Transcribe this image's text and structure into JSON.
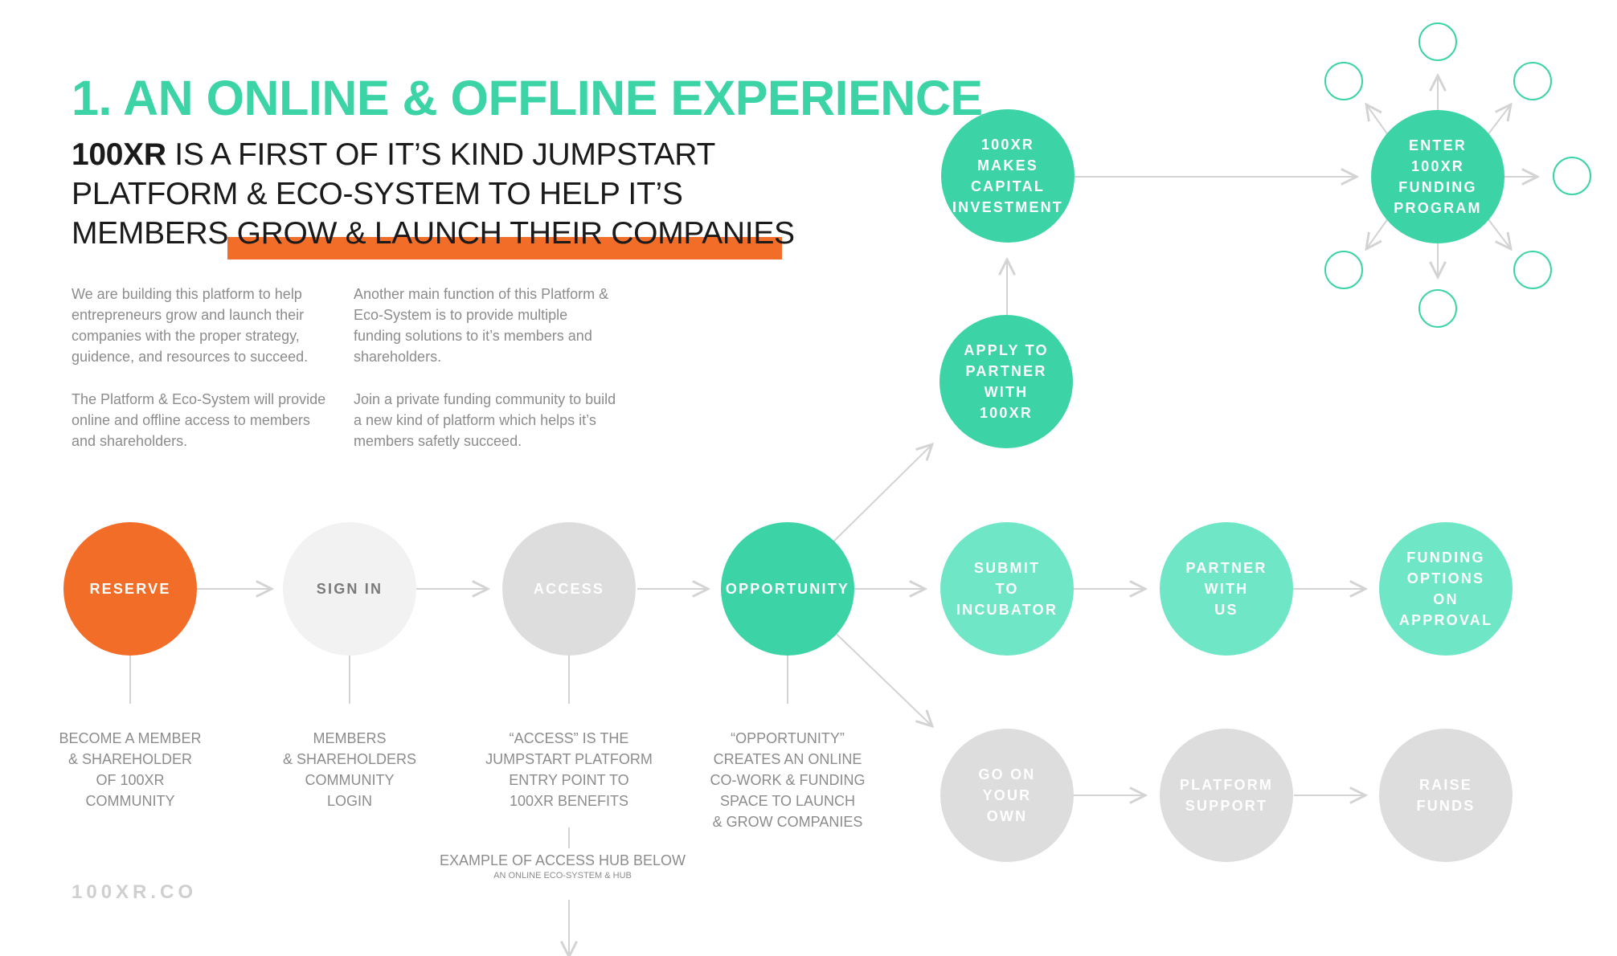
{
  "heading": "1. AN ONLINE & OFFLINE EXPERIENCE",
  "subheading": {
    "brand": "100XR",
    "line1_rest": " IS A FIRST OF IT’S KIND JUMPSTART",
    "line2": "PLATFORM & ECO-SYSTEM TO HELP IT’S",
    "line3_pre": "MEMBERS ",
    "line3_highlight": "GROW & LAUNCH THEIR COMPANIES"
  },
  "paragraphs": [
    "We are building this platform to help entrepreneurs grow and launch their companies with the proper strategy, guidence, and resources to succeed.",
    "The Platform & Eco-System will provide online and offline access to members and shareholders.",
    "Another main function of this Platform & Eco-System is to provide multiple funding solutions to it’s members and shareholders.",
    "Join a private funding community to build a new kind of platform which helps it’s members safetly succeed."
  ],
  "flow": [
    {
      "label": "RESERVE",
      "color": "#f26d27",
      "text_color": "#ffffff",
      "desc": "BECOME A MEMBER\n& SHAREHOLDER\nOF 100XR\nCOMMUNITY"
    },
    {
      "label": "SIGN IN",
      "color": "#f2f2f2",
      "text_color": "#7a7a7a",
      "desc": "MEMBERS\n& SHAREHOLDERS\nCOMMUNITY\nLOGIN"
    },
    {
      "label": "ACCESS",
      "color": "#dddddd",
      "text_color": "#ffffff",
      "desc": "“ACCESS” IS THE\nJUMPSTART PLATFORM\nENTRY POINT TO\n100XR BENEFITS"
    },
    {
      "label": "OPPORTUNITY",
      "color": "#3cd3a6",
      "text_color": "#ffffff",
      "desc": "“OPPORTUNITY”\nCREATES AN ONLINE\nCO-WORK & FUNDING\nSPACE TO LAUNCH\n& GROW COMPANIES"
    }
  ],
  "branches": {
    "apply": "APPLY TO\nPARTNER\nWITH\n100XR",
    "invest": "100XR\nMAKES\nCAPITAL\nINVESTMENT",
    "enter": "ENTER\n100XR\nFUNDING\nPROGRAM",
    "submit": "SUBMIT\nTO\nINCUBATOR",
    "partner": "PARTNER\nWITH\nUS",
    "funding": "FUNDING\nOPTIONS\nON\nAPPROVAL",
    "own": "GO ON\nYOUR\nOWN",
    "platform": "PLATFORM\nSUPPORT",
    "raise": "RAISE\nFUNDS"
  },
  "colors": {
    "green": "#3cd3a6",
    "light_green": "#6fe6c6",
    "grey": "#dddddd",
    "orange": "#f26d27"
  },
  "hub_note": {
    "main": "EXAMPLE OF ACCESS HUB BELOW",
    "small": "AN ONLINE ECO-SYSTEM & HUB"
  },
  "footer": "100XR.CO"
}
